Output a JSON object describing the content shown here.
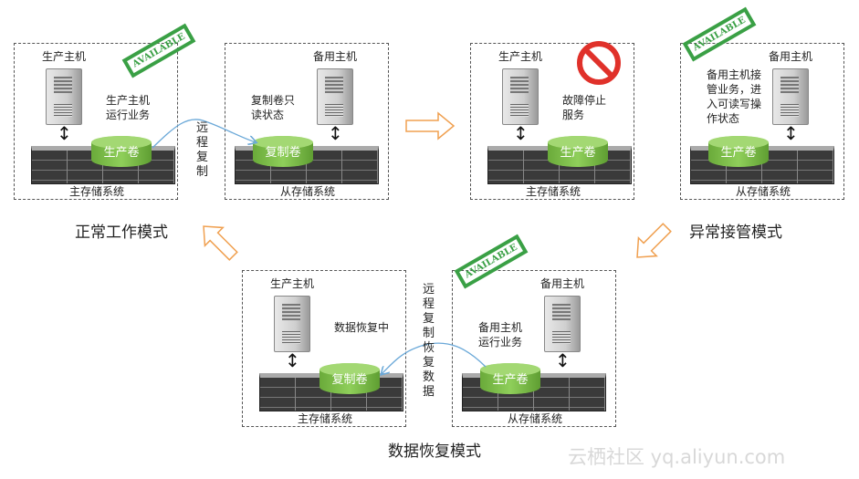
{
  "panels": {
    "normal_primary": {
      "host": "生产主机",
      "note": "生产主机\n运行业务",
      "volume": "生产卷",
      "storage": "主存储系统",
      "stamp": "AVAILABLE"
    },
    "normal_backup": {
      "host": "备用主机",
      "note": "复制卷只\n读状态",
      "volume": "复制卷",
      "storage": "从存储系统"
    },
    "failover_primary": {
      "host": "生产主机",
      "note": "故障停止\n服务",
      "volume": "生产卷",
      "storage": "主存储系统"
    },
    "failover_backup": {
      "host": "备用主机",
      "note": "备用主机接\n管业务，进\n入可读写操\n作状态",
      "volume": "生产卷",
      "storage": "从存储系统",
      "stamp": "AVAILABLE"
    },
    "recovery_primary": {
      "host": "生产主机",
      "note": "数据恢复中",
      "volume": "复制卷",
      "storage": "主存储系统"
    },
    "recovery_backup": {
      "host": "备用主机",
      "note": "备用主机\n运行业务",
      "volume": "生产卷",
      "storage": "从存储系统",
      "stamp": "AVAILABLE"
    }
  },
  "links": {
    "remote_copy": "远\n程\n复\n制",
    "remote_restore": "远\n程\n复\n制\n恢\n复\n数\n据"
  },
  "modes": {
    "normal": "正常工作模式",
    "failover": "异常接管模式",
    "recovery": "数据恢复模式"
  },
  "watermark": "云栖社区 yq.aliyun.com",
  "colors": {
    "stamp": "#3aa045",
    "arrow": "#f0a050",
    "link": "#6aa8d8",
    "volume": "#7cbf4a",
    "stop": "#e0312a"
  }
}
